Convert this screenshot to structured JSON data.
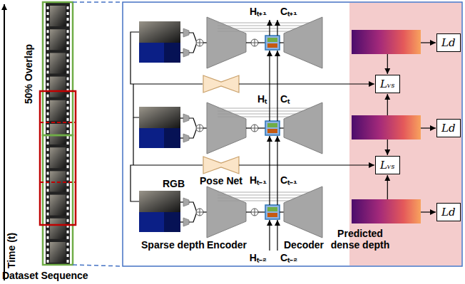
{
  "diagram": {
    "nodes": [
      {
        "text": [
          "Ld"
        ]
      },
      {
        "text": [
          "Lᵥₛ"
        ]
      },
      {
        "text": [
          "Ld"
        ]
      },
      {
        "text": [
          "Lᵥₛ"
        ]
      },
      {
        "text": [
          "Ld"
        ]
      }
    ],
    "labels": [
      "Time (t)",
      "50% Overlap",
      "Dataset Sequence",
      "Hₜ₊₁",
      "Cₜ₊₁",
      "Hₜ",
      "Cₜ",
      "Hₜ₋₁",
      "Cₜ₋₁",
      "Pose Net",
      "RGB",
      "Sparse depth",
      "Encoder",
      "Hₜ₋₂",
      "Decoder",
      "Cₜ₋₂",
      "Predicted dense depth"
    ]
  }
}
